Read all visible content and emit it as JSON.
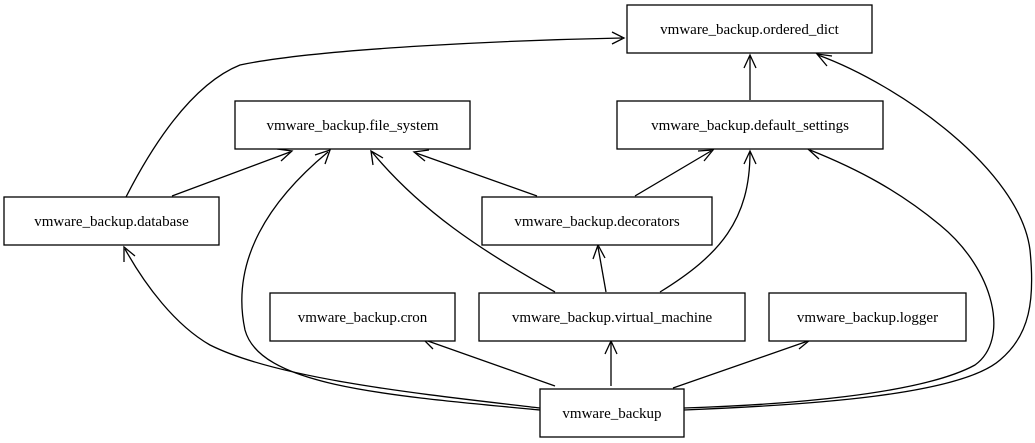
{
  "graph": {
    "nodes": {
      "ordered_dict": "vmware_backup.ordered_dict",
      "file_system": "vmware_backup.file_system",
      "default_settings": "vmware_backup.default_settings",
      "database": "vmware_backup.database",
      "decorators": "vmware_backup.decorators",
      "cron": "vmware_backup.cron",
      "virtual_machine": "vmware_backup.virtual_machine",
      "logger": "vmware_backup.logger",
      "root": "vmware_backup"
    },
    "edges": [
      {
        "from": "database",
        "to": "ordered_dict"
      },
      {
        "from": "database",
        "to": "file_system"
      },
      {
        "from": "default_settings",
        "to": "ordered_dict"
      },
      {
        "from": "decorators",
        "to": "file_system"
      },
      {
        "from": "decorators",
        "to": "default_settings"
      },
      {
        "from": "virtual_machine",
        "to": "decorators"
      },
      {
        "from": "virtual_machine",
        "to": "file_system"
      },
      {
        "from": "virtual_machine",
        "to": "default_settings"
      },
      {
        "from": "root",
        "to": "database"
      },
      {
        "from": "root",
        "to": "file_system"
      },
      {
        "from": "root",
        "to": "cron"
      },
      {
        "from": "root",
        "to": "virtual_machine"
      },
      {
        "from": "root",
        "to": "logger"
      },
      {
        "from": "root",
        "to": "default_settings"
      },
      {
        "from": "root",
        "to": "ordered_dict"
      }
    ]
  }
}
